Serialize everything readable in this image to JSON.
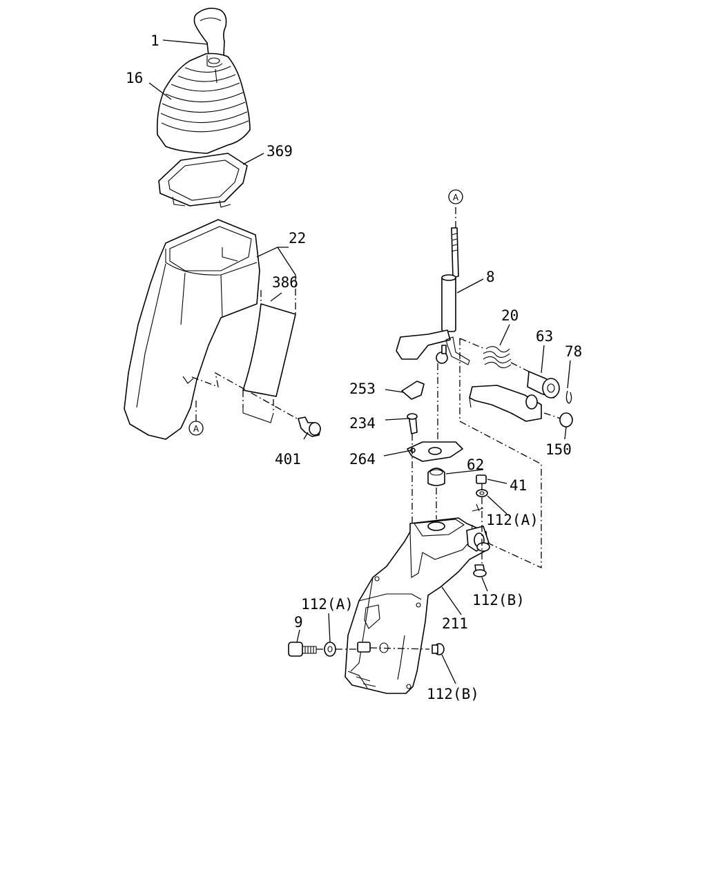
{
  "diagram": {
    "labels": {
      "p1": "1",
      "p16": "16",
      "p369": "369",
      "p22": "22",
      "p386": "386",
      "p401": "401",
      "p8": "8",
      "p20": "20",
      "p63": "63",
      "p78": "78",
      "p253": "253",
      "p234": "234",
      "p150": "150",
      "p264": "264",
      "p62": "62",
      "p41": "41",
      "p112a_top": "112(A)",
      "p112b_top": "112(B)",
      "p112a_bot": "112(A)",
      "p9": "9",
      "p211": "211",
      "p112b_bot": "112(B)"
    },
    "markers": {
      "ref_top": "A",
      "ref_bottom": "A"
    }
  }
}
